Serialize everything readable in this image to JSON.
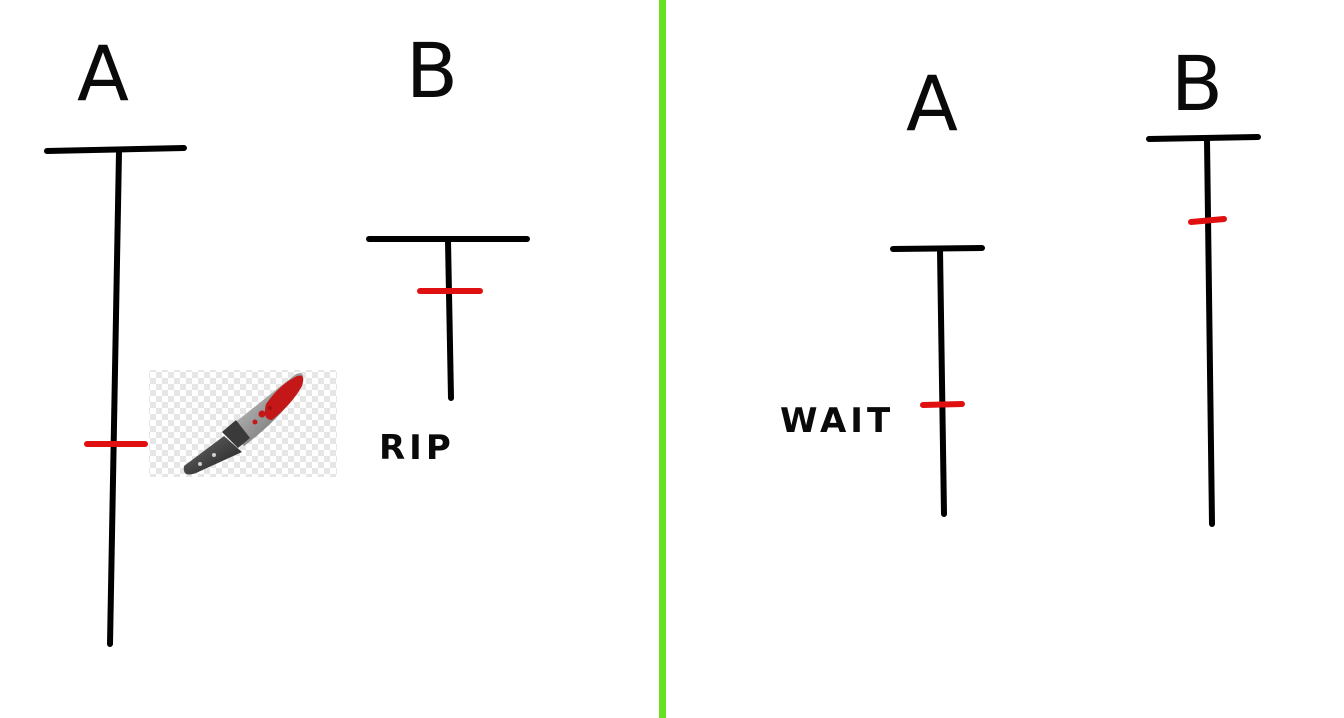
{
  "panels": {
    "left": {
      "label_a": "A",
      "label_b": "B",
      "note_b": "RIP"
    },
    "right": {
      "label_a": "A",
      "label_b": "B",
      "note_a": "WAIT"
    }
  },
  "icons": {
    "knife": "bloody-knife-icon"
  },
  "colors": {
    "line": "#000000",
    "marker": "#e01010",
    "divider": "#66e020",
    "blood": "#c41818",
    "checker": "#e6e6e6"
  }
}
